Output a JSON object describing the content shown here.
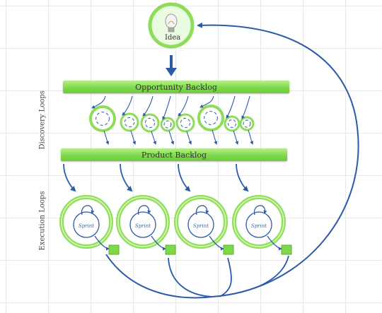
{
  "idea": {
    "label": "Idea",
    "icon": "lightbulb-icon"
  },
  "bars": {
    "opportunity_backlog": "Opportunity Backlog",
    "product_backlog": "Product Backlog"
  },
  "sides": {
    "discovery": "Discovery Loops",
    "execution": "Execution Loops"
  },
  "sprint_label": "Sprint",
  "discovery_loop_count": 8,
  "execution_loop_count": 4,
  "colors": {
    "green_ring": "#8fdc5a",
    "green_light": "#c8f4a8",
    "arrow_blue": "#2c5aa8",
    "text": "#333333"
  }
}
